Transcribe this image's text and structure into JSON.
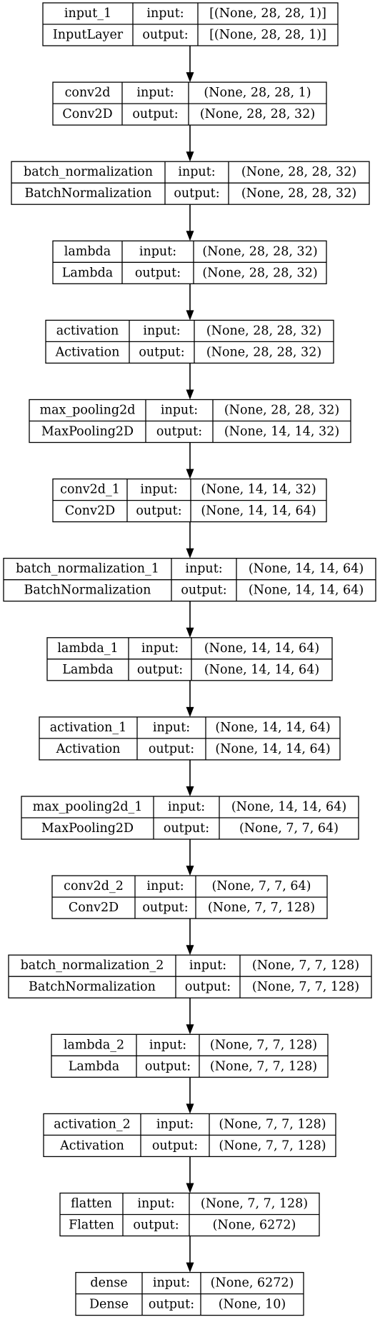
{
  "diagram": {
    "nodes": [
      {
        "name": "input_1",
        "class": "InputLayer",
        "input": "[(None, 28, 28, 1)]",
        "output": "[(None, 28, 28, 1)]"
      },
      {
        "name": "conv2d",
        "class": "Conv2D",
        "input": "(None, 28, 28, 1)",
        "output": "(None, 28, 28, 32)"
      },
      {
        "name": "batch_normalization",
        "class": "BatchNormalization",
        "input": "(None, 28, 28, 32)",
        "output": "(None, 28, 28, 32)"
      },
      {
        "name": "lambda",
        "class": "Lambda",
        "input": "(None, 28, 28, 32)",
        "output": "(None, 28, 28, 32)"
      },
      {
        "name": "activation",
        "class": "Activation",
        "input": "(None, 28, 28, 32)",
        "output": "(None, 28, 28, 32)"
      },
      {
        "name": "max_pooling2d",
        "class": "MaxPooling2D",
        "input": "(None, 28, 28, 32)",
        "output": "(None, 14, 14, 32)"
      },
      {
        "name": "conv2d_1",
        "class": "Conv2D",
        "input": "(None, 14, 14, 32)",
        "output": "(None, 14, 14, 64)"
      },
      {
        "name": "batch_normalization_1",
        "class": "BatchNormalization",
        "input": "(None, 14, 14, 64)",
        "output": "(None, 14, 14, 64)"
      },
      {
        "name": "lambda_1",
        "class": "Lambda",
        "input": "(None, 14, 14, 64)",
        "output": "(None, 14, 14, 64)"
      },
      {
        "name": "activation_1",
        "class": "Activation",
        "input": "(None, 14, 14, 64)",
        "output": "(None, 14, 14, 64)"
      },
      {
        "name": "max_pooling2d_1",
        "class": "MaxPooling2D",
        "input": "(None, 14, 14, 64)",
        "output": "(None, 7, 7, 64)"
      },
      {
        "name": "conv2d_2",
        "class": "Conv2D",
        "input": "(None, 7, 7, 64)",
        "output": "(None, 7, 7, 128)"
      },
      {
        "name": "batch_normalization_2",
        "class": "BatchNormalization",
        "input": "(None, 7, 7, 128)",
        "output": "(None, 7, 7, 128)"
      },
      {
        "name": "lambda_2",
        "class": "Lambda",
        "input": "(None, 7, 7, 128)",
        "output": "(None, 7, 7, 128)"
      },
      {
        "name": "activation_2",
        "class": "Activation",
        "input": "(None, 7, 7, 128)",
        "output": "(None, 7, 7, 128)"
      },
      {
        "name": "flatten",
        "class": "Flatten",
        "input": "(None, 7, 7, 128)",
        "output": "(None, 6272)"
      },
      {
        "name": "dense",
        "class": "Dense",
        "input": "(None, 6272)",
        "output": "(None, 10)"
      }
    ],
    "port_labels": {
      "input": "input:",
      "output": "output:"
    }
  }
}
